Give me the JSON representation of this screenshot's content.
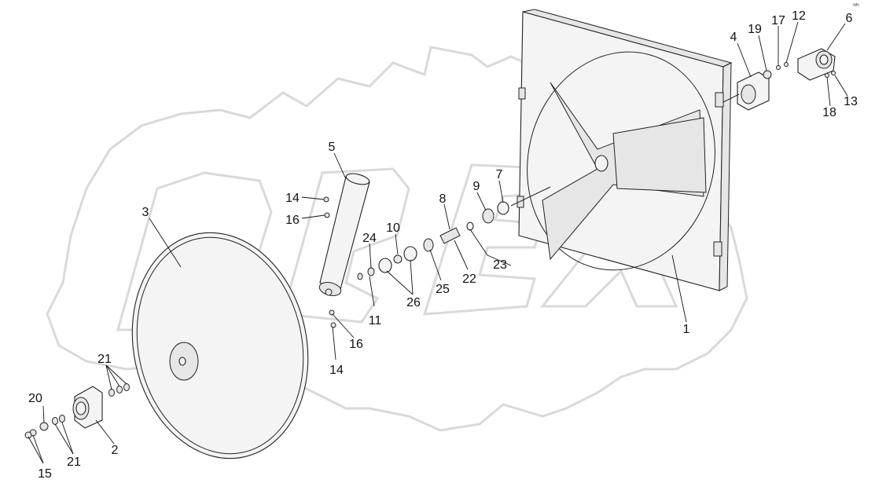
{
  "corner_mark": "ᵃᵈᵉ",
  "labels": {
    "l1": "1",
    "l2": "2",
    "l3": "3",
    "l4": "4",
    "l5": "5",
    "l6": "6",
    "l7": "7",
    "l8": "8",
    "l9": "9",
    "l10": "10",
    "l11": "11",
    "l12": "12",
    "l13": "13",
    "l14a": "14",
    "l14b": "14",
    "l15": "15",
    "l16a": "16",
    "l16b": "16",
    "l17": "17",
    "l18": "18",
    "l19": "19",
    "l20": "20",
    "l21a": "21",
    "l21b": "21",
    "l22": "22",
    "l23": "23",
    "l24": "24",
    "l25": "25",
    "l26": "26"
  }
}
